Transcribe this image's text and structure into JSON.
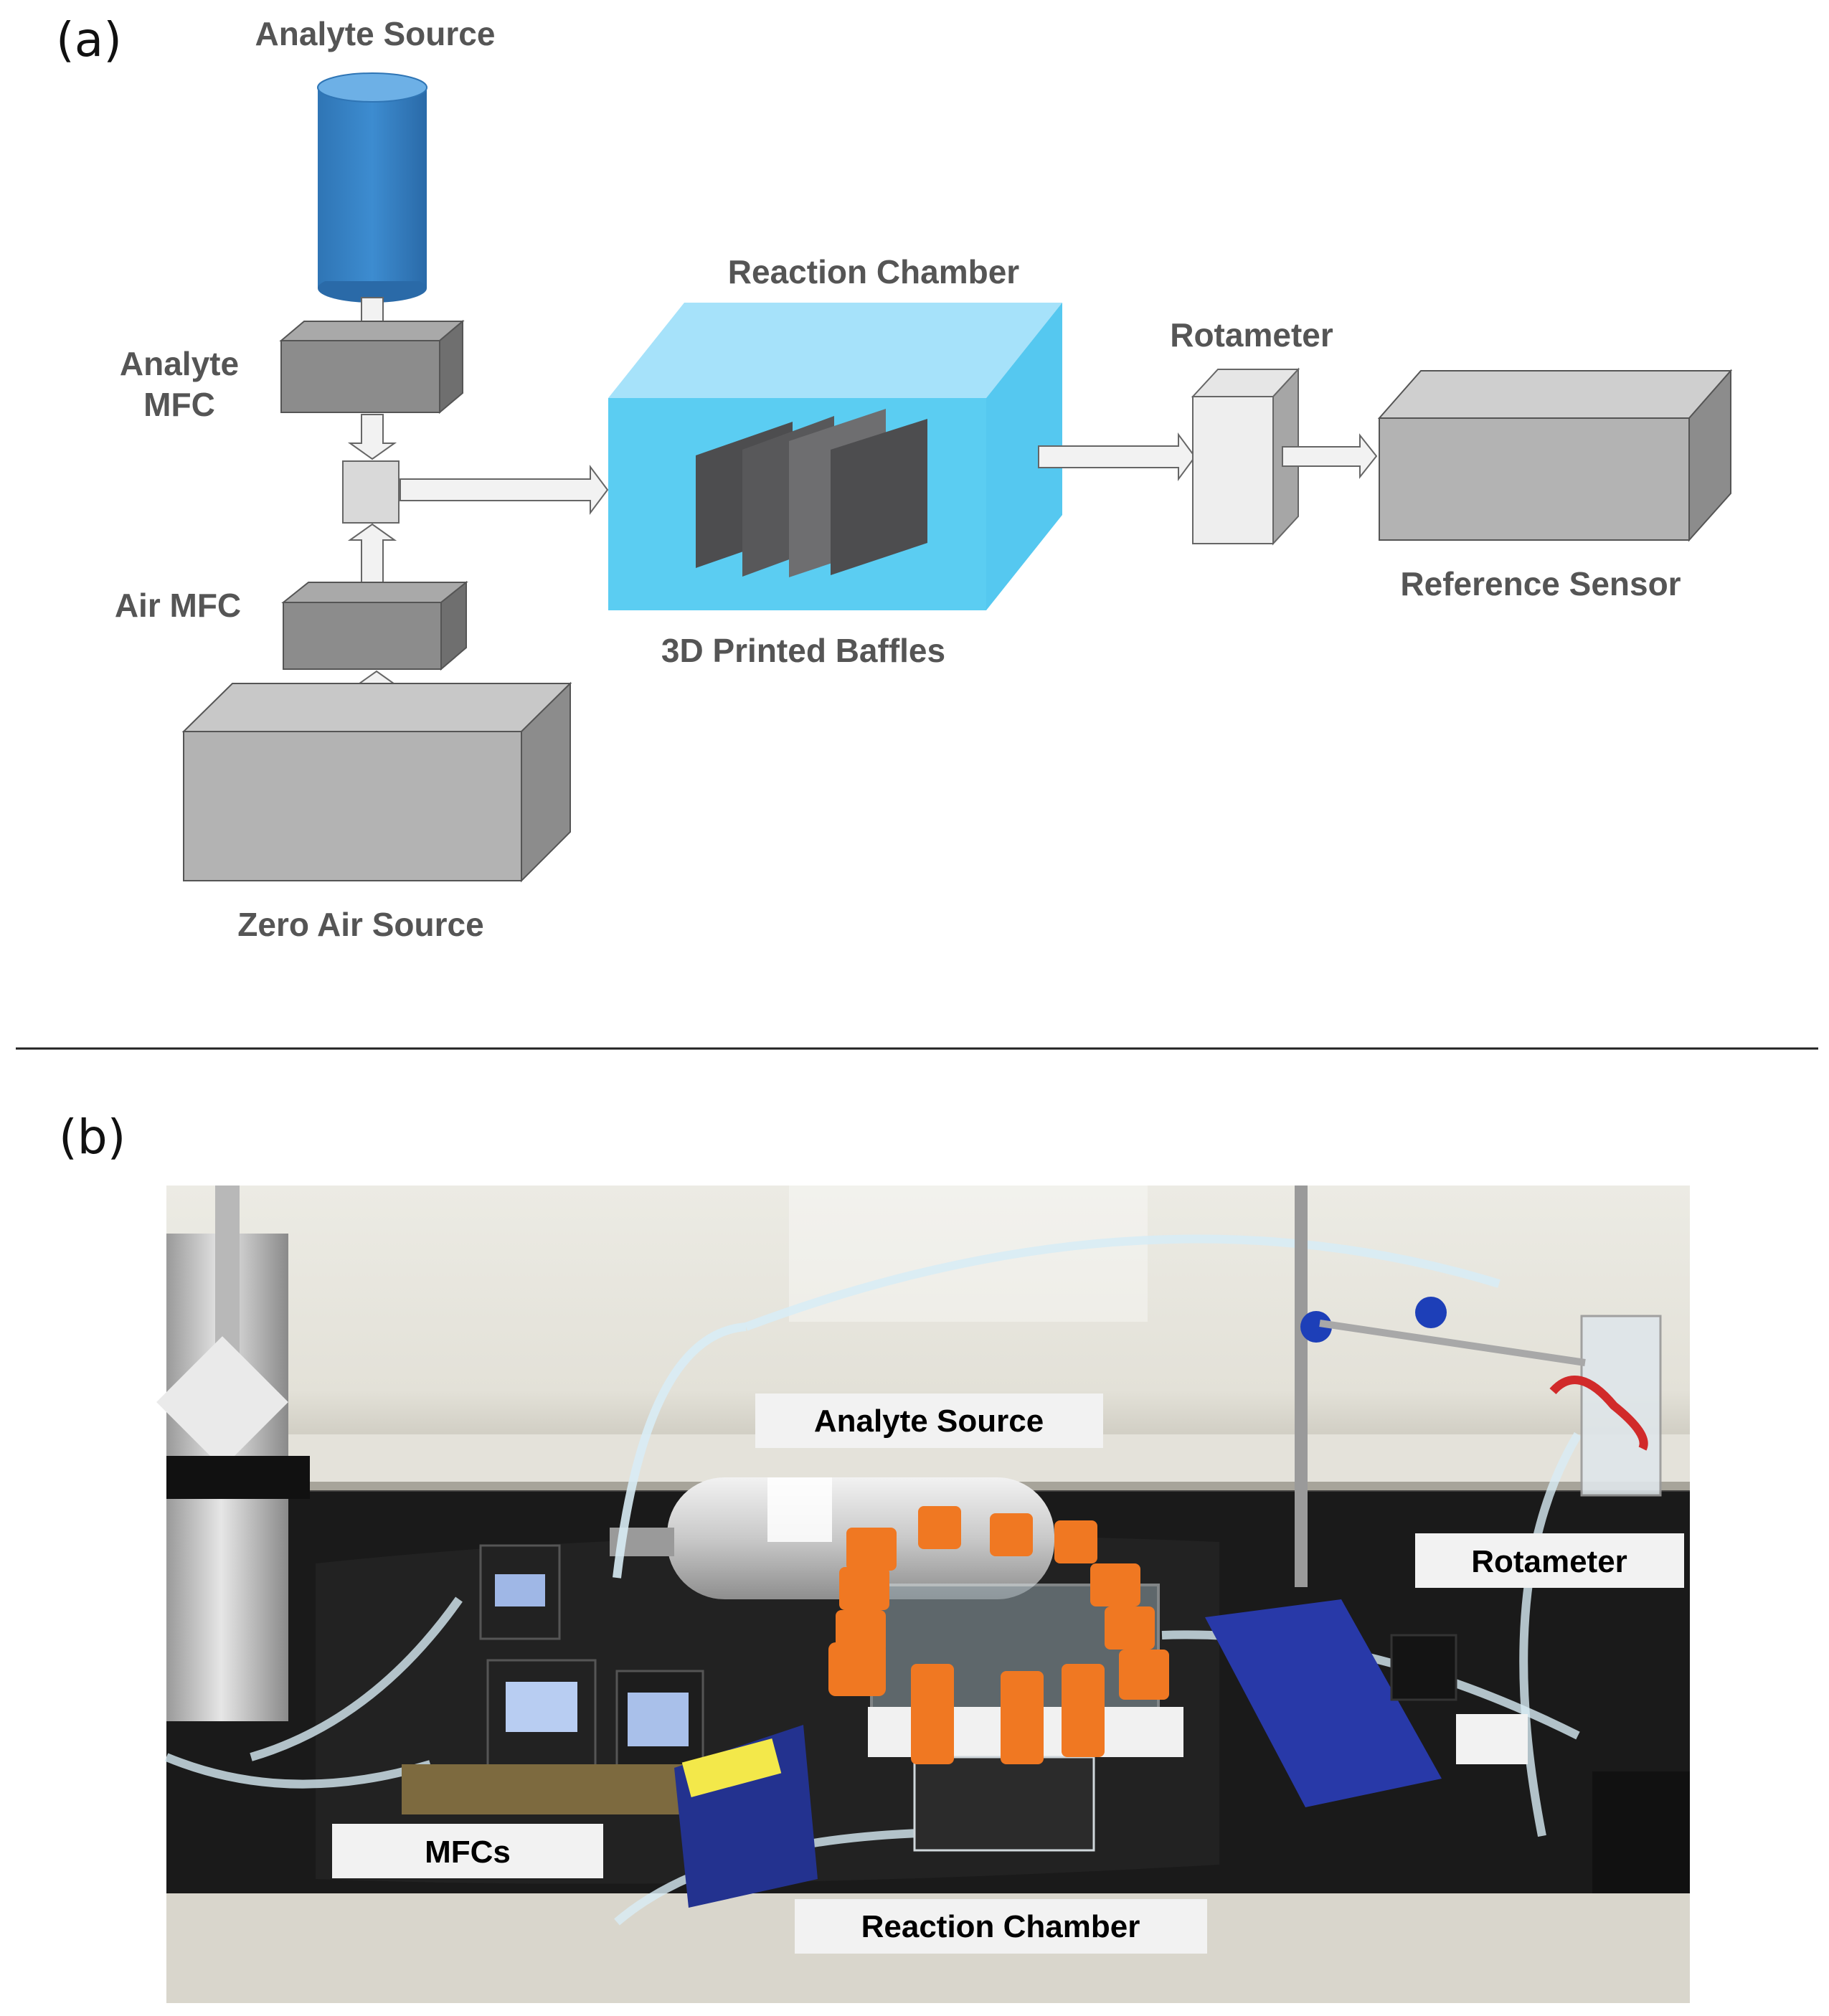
{
  "panel_a": {
    "label": "(a)",
    "analyte_source": "Analyte Source",
    "analyte_mfc_line1": "Analyte",
    "analyte_mfc_line2": "MFC",
    "air_mfc": "Air MFC",
    "zero_air_source": "Zero Air Source",
    "reaction_chamber": "Reaction Chamber",
    "baffles": "3D Printed Baffles",
    "rotameter": "Rotameter",
    "reference_sensor": "Reference Sensor"
  },
  "panel_b": {
    "label": "(b)",
    "callouts": {
      "analyte_source": "Analyte Source",
      "rotameter": "Rotameter",
      "mfcs": "MFCs",
      "reaction_chamber": "Reaction Chamber"
    }
  },
  "colors": {
    "cylinder_blue": "#3a86c8",
    "chamber_front": "#5bcdf2",
    "chamber_top": "#a6e2fa",
    "box_gray": "#b3b3b3",
    "mfc_gray": "#8c8c8c",
    "baffle_dark": "#4d4d4f"
  }
}
